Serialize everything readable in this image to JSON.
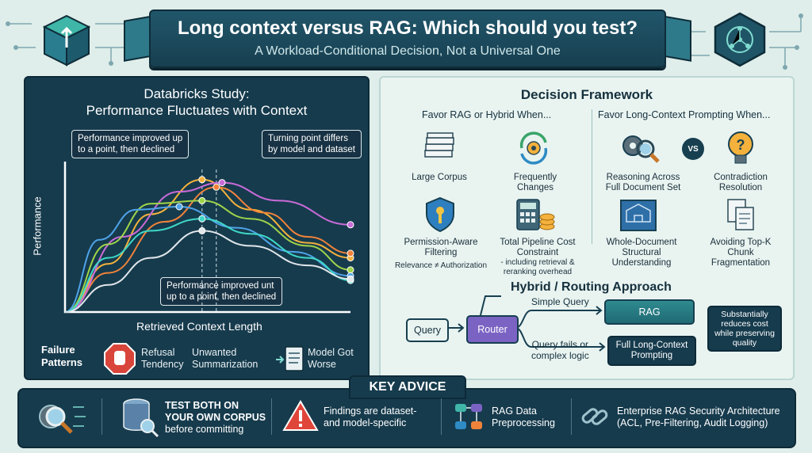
{
  "header": {
    "title": "Long context versus RAG: Which should you test?",
    "subtitle": "A Workload-Conditional Decision, Not a Universal One"
  },
  "study": {
    "title_line1": "Databricks Study:",
    "title_line2": "Performance Fluctuates with Context",
    "callout_top_left_1": "Performance improved up",
    "callout_top_left_2": "to a point, then declined",
    "callout_top_right_1": "Turning point differs",
    "callout_top_right_2": "by model and dataset",
    "callout_bottom_1": "Performance improved unt",
    "callout_bottom_2": "up to a point, then declined",
    "y_axis": "Performance",
    "x_axis": "Retrieved Context Length"
  },
  "chart_data": {
    "type": "line",
    "title": "",
    "xlabel": "Retrieved Context Length",
    "ylabel": "Performance",
    "xlim": [
      0,
      10
    ],
    "ylim": [
      0,
      10
    ],
    "grid": false,
    "series": [
      {
        "color": "#f4b13c",
        "x": [
          0,
          1.5,
          3,
          4.8,
          6.5,
          8.5,
          10
        ],
        "y": [
          0,
          3.2,
          6.5,
          8.8,
          6.8,
          4.6,
          3.6
        ]
      },
      {
        "color": "#f0823a",
        "x": [
          0,
          1.5,
          3.5,
          5.3,
          7,
          8.5,
          10
        ],
        "y": [
          0,
          2.6,
          6.0,
          8.3,
          6.6,
          5.0,
          3.9
        ]
      },
      {
        "color": "#c96bd8",
        "x": [
          0,
          2,
          4,
          5.5,
          7.5,
          10
        ],
        "y": [
          0,
          5.0,
          8.0,
          8.6,
          7.4,
          5.8
        ]
      },
      {
        "color": "#9ed44a",
        "x": [
          0,
          1.5,
          3,
          4.8,
          6.5,
          8.5,
          10
        ],
        "y": [
          0,
          4.5,
          7.2,
          7.4,
          6.2,
          4.4,
          2.8
        ]
      },
      {
        "color": "#4fa3e8",
        "x": [
          0,
          1.2,
          2.5,
          4,
          6,
          8,
          10
        ],
        "y": [
          0,
          4.8,
          6.8,
          7.0,
          5.6,
          4.0,
          2.4
        ]
      },
      {
        "color": "#3fd8c8",
        "x": [
          0,
          1.5,
          3,
          4.8,
          6.5,
          8.5,
          10
        ],
        "y": [
          0,
          3.6,
          5.4,
          6.2,
          5.2,
          3.6,
          2.1
        ]
      },
      {
        "color": "#e0e6ea",
        "x": [
          0,
          1.5,
          3,
          4.8,
          6.5,
          8.5,
          10
        ],
        "y": [
          0,
          1.8,
          3.6,
          5.4,
          4.4,
          3.1,
          2.2
        ]
      }
    ]
  },
  "failure": {
    "label_1": "Failure",
    "label_2": "Patterns",
    "item1_1": "Refusal",
    "item1_2": "Tendency",
    "item2_1": "Unwanted",
    "item2_2": "Summarization",
    "item3_1": "Model Got",
    "item3_2": "Worse"
  },
  "framework": {
    "title": "Decision Framework",
    "rag_header": "Favor RAG or Hybrid When...",
    "lc_header": "Favor Long-Context Prompting When...",
    "vs": "VS",
    "large_corpus": "Large Corpus",
    "freq_1": "Frequently",
    "freq_2": "Changes",
    "perm_1": "Permission-Aware",
    "perm_2": "Filtering",
    "perm_sub": "Relevance ≠ Authorization",
    "cost_1": "Total Pipeline Cost",
    "cost_2": "Constraint",
    "cost_sub_1": "- including retrieval &",
    "cost_sub_2": "reranking overhead",
    "reason_1": "Reasoning Across",
    "reason_2": "Full Document Set",
    "contra_1": "Contradiction",
    "contra_2": "Resolution",
    "whole_1": "Whole-Document",
    "whole_2": "Structural",
    "whole_3": "Understanding",
    "topk_1": "Avoiding Top-K",
    "topk_2": "Chunk",
    "topk_3": "Fragmentation"
  },
  "hybrid": {
    "title": "Hybrid / Routing Approach",
    "query": "Query",
    "router": "Router",
    "simple": "Simple Query",
    "rag": "RAG",
    "fails_1": "Query fails or",
    "fails_2": "complex logic",
    "full_1": "Full Long-Context",
    "full_2": "Prompting",
    "note_1": "Substantially",
    "note_2": "reduces cost",
    "note_3": "while preserving",
    "note_4": "quality"
  },
  "advice": {
    "tab": "KEY ADVICE",
    "a1_1": "TEST BOTH ON",
    "a1_2": "YOUR OWN CORPUS",
    "a1_3": "before committing",
    "a2_1": "Findings are dataset-",
    "a2_2": "and model-specific",
    "a3_1": "RAG Data",
    "a3_2": "Preprocessing",
    "a4_1": "Enterprise RAG Security Architecture",
    "a4_2": "(ACL, Pre-Filtering, Audit Logging)"
  }
}
